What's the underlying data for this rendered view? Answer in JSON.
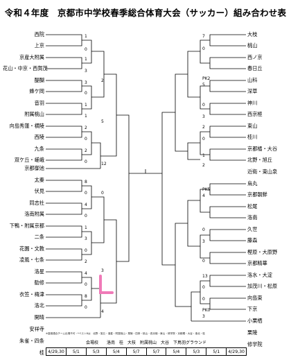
{
  "title": "令和４年度　京都市中学校春季総合体育大会（サッカー）組み合わせ表",
  "left_teams": [
    "西院",
    "上京",
    "京産大附属",
    "花山・中京・西賀茂",
    "醍醐",
    "蜂ケ岡",
    "音羽",
    "附属桃山",
    "向島秀蓮・横陵",
    "西陵",
    "九条",
    "双ケ丘・嵯峨",
    "京都御池",
    "太秦",
    "伏見",
    "同志社",
    "洛南附属",
    "下鴨・附属京都",
    "二条",
    "花園・文教",
    "凌風・七条",
    "洛星",
    "勧修",
    "衣笠・梅津",
    "洛北",
    "開晴",
    "安祥寺",
    "朱雀・四条",
    "桂"
  ],
  "right_teams": [
    "大枝",
    "桃山",
    "西ノ京",
    "春日丘",
    "山科",
    "深草",
    "神川",
    "西京極",
    "東山",
    "桂川",
    "京都橘・大谷",
    "北野・旭丘",
    "近衛・東山泉",
    "烏丸",
    "京都朝鮮",
    "松尾",
    "洛南",
    "久世",
    "藤森",
    "樫原・大原野",
    "京都精華",
    "洛水・大淀",
    "加茂川・松原",
    "向島東",
    "下京",
    "小栗栖",
    "栗陵",
    "修学院"
  ],
  "center_labels": {
    "pk_a": "PK2",
    "pk_b": "PK5",
    "pk_c": "PK0"
  },
  "footer": {
    "note": "※高雄連合チーム出場不可・*ベスト8は　北野・旭丘・洛星・附属桃山・栗陵・四条・桃山・西京極・東山・修学院・京都橘・大谷・洛北・桂",
    "venues": "会場校　　洛南　桂　大枝　附属桃山　大谷　下鳥羽グラウンド",
    "dates": [
      "4/29,30",
      "5/1",
      "5/3",
      "5/4",
      "5/7",
      "5/7",
      "5/4",
      "5/3",
      "5/1",
      "4/29,30"
    ]
  },
  "colors": {
    "winner_line": "#e0007a",
    "highlight": "#f07ab8",
    "line": "#000000"
  }
}
